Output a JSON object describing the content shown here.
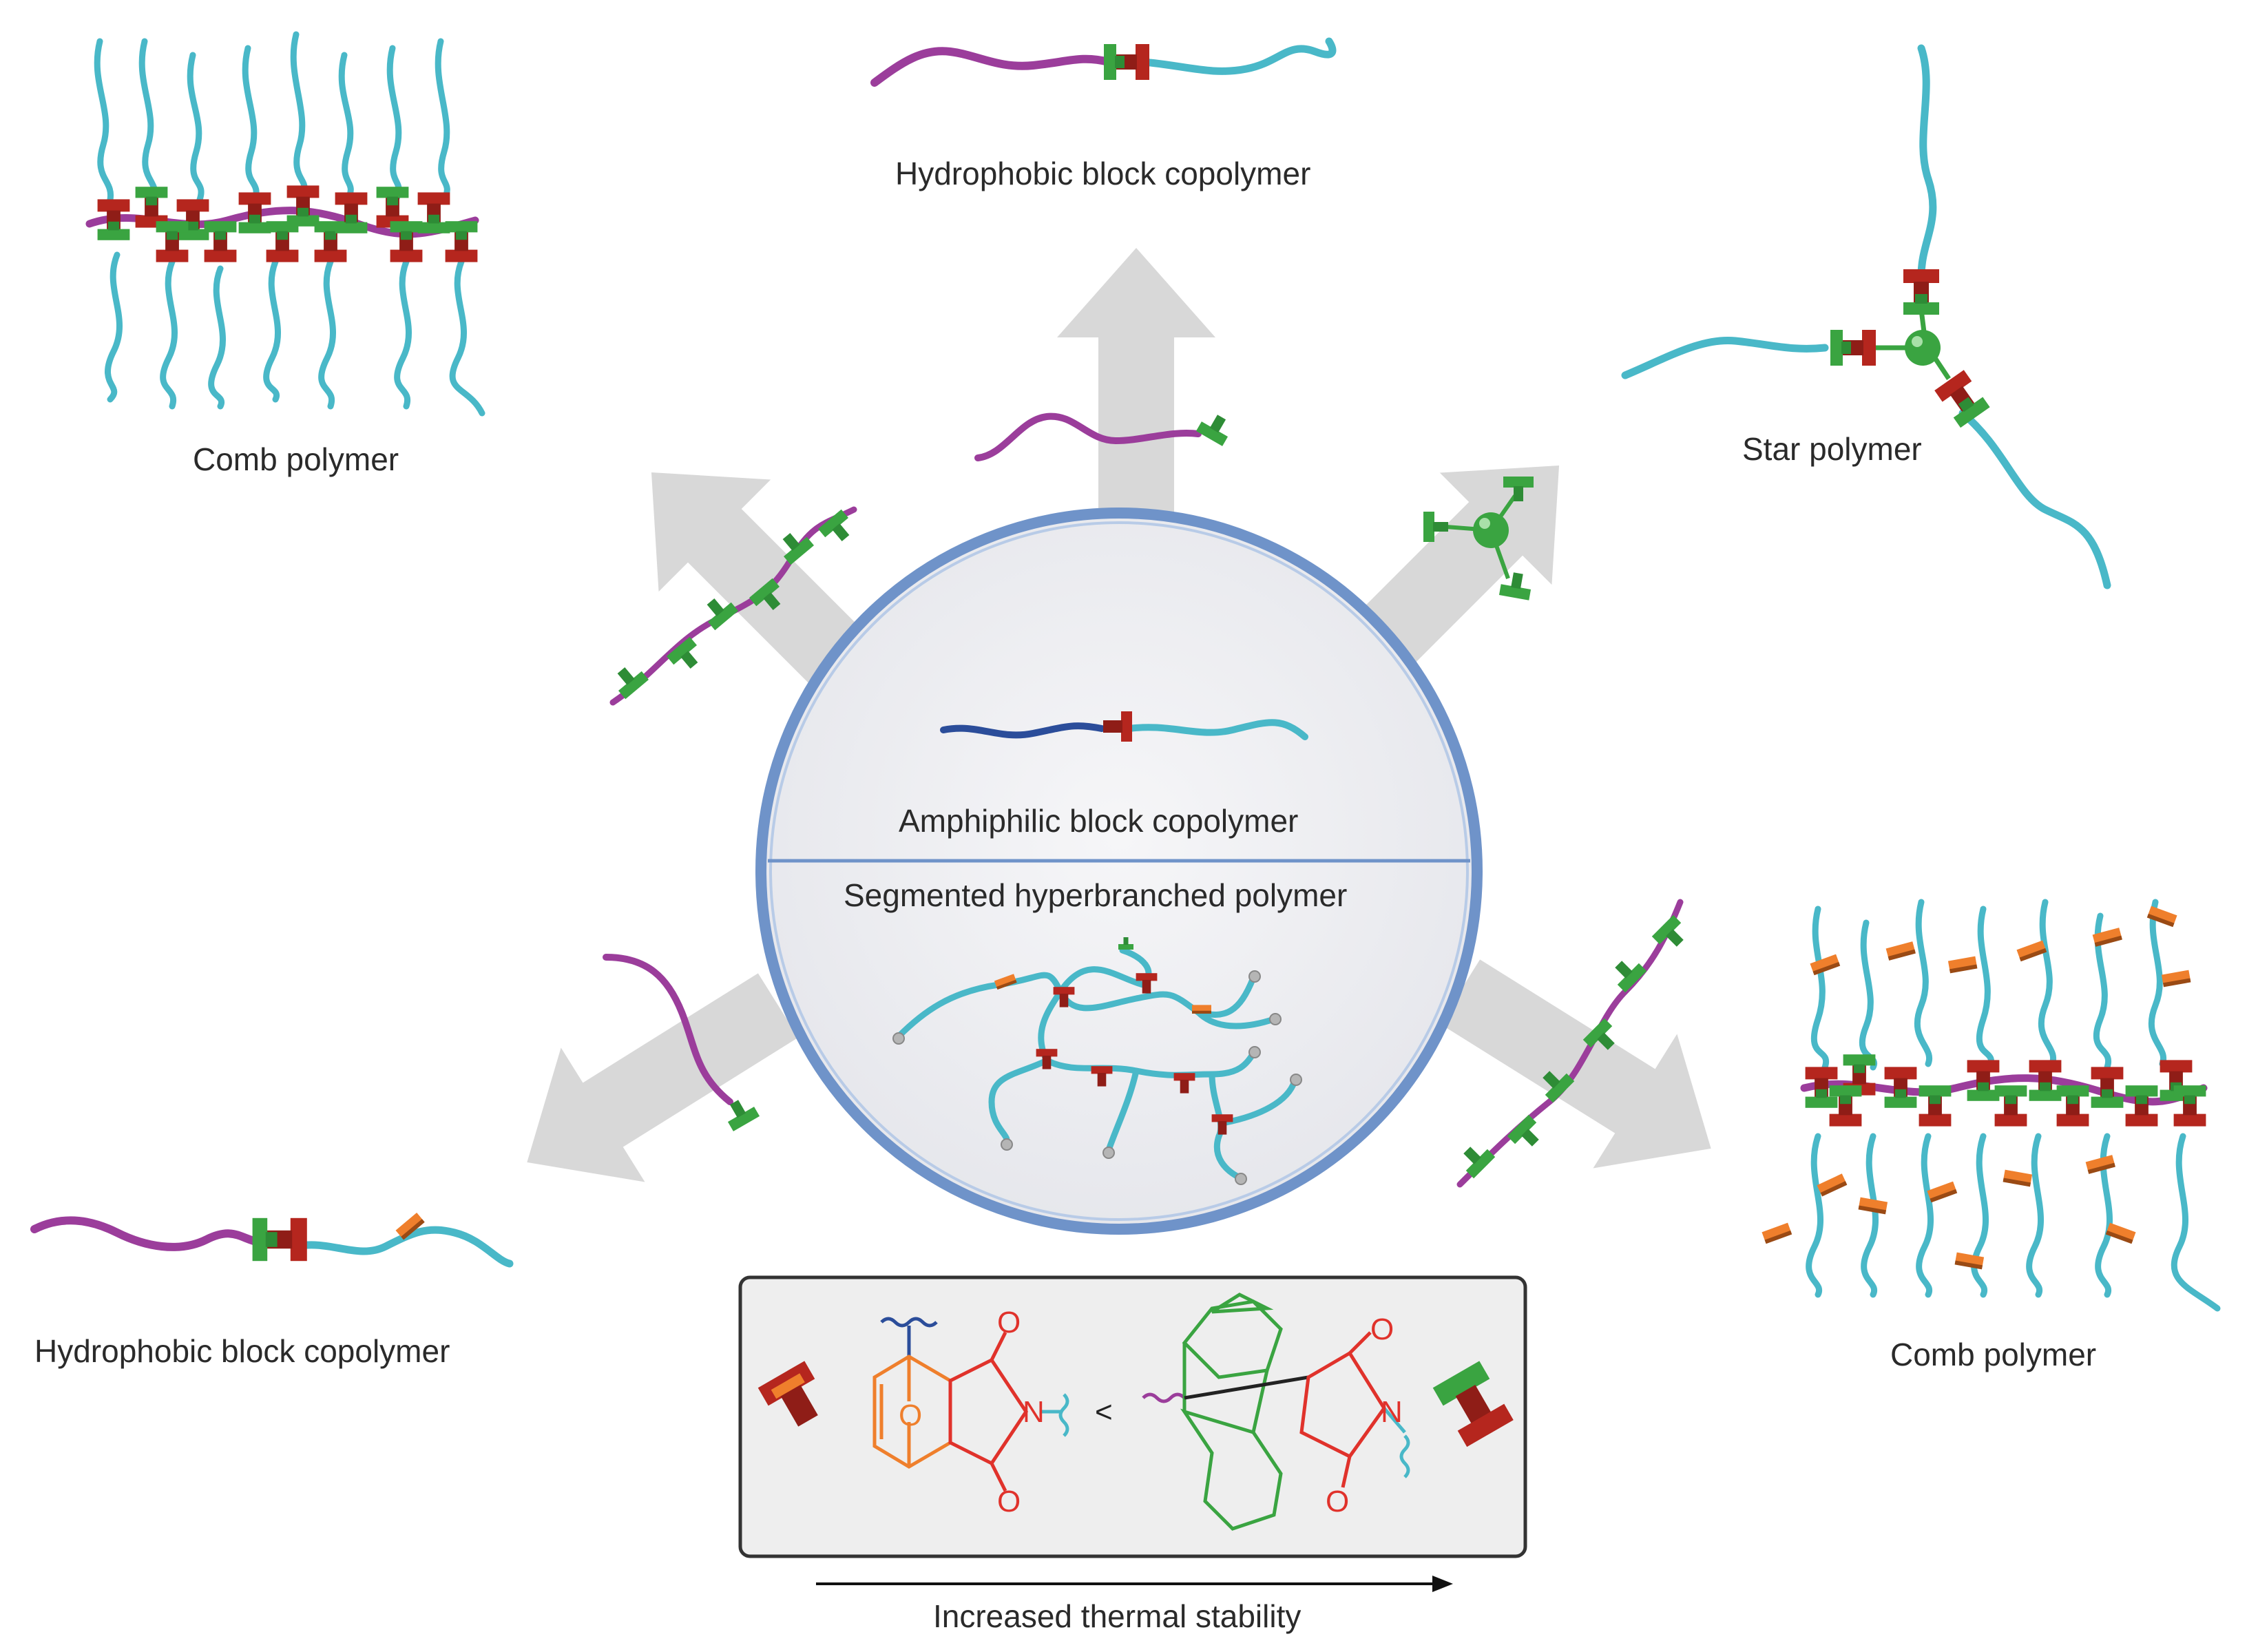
{
  "labels": {
    "comb_top_left": "Comb polymer",
    "hydrophobic_top": "Hydrophobic block copolymer",
    "star": "Star polymer",
    "amphiphilic": "Amphiphilic block copolymer",
    "segmented": "Segmented hyperbranched polymer",
    "hydrophobic_bottom_left": "Hydrophobic block copolymer",
    "comb_bottom_right": "Comb polymer",
    "thermal": "Increased thermal stability"
  },
  "chem": {
    "atom_o": "O",
    "atom_n": "N",
    "less_than": "<"
  },
  "colors": {
    "cyan_chain": "#49b8c8",
    "purple_chain": "#9b3d9b",
    "navy_chain": "#2b4d9a",
    "green_unit": "#3aa441",
    "red_unit": "#b5261e",
    "orange_unit": "#ef7f2c",
    "arrow_gray": "#d8d8d8",
    "circle_fill": "#f1f1f3",
    "circle_ring": "#6f93c9"
  },
  "icons": [
    "arrow-icon",
    "t-block-icon",
    "green-ball-icon",
    "wavy-bond-icon"
  ]
}
